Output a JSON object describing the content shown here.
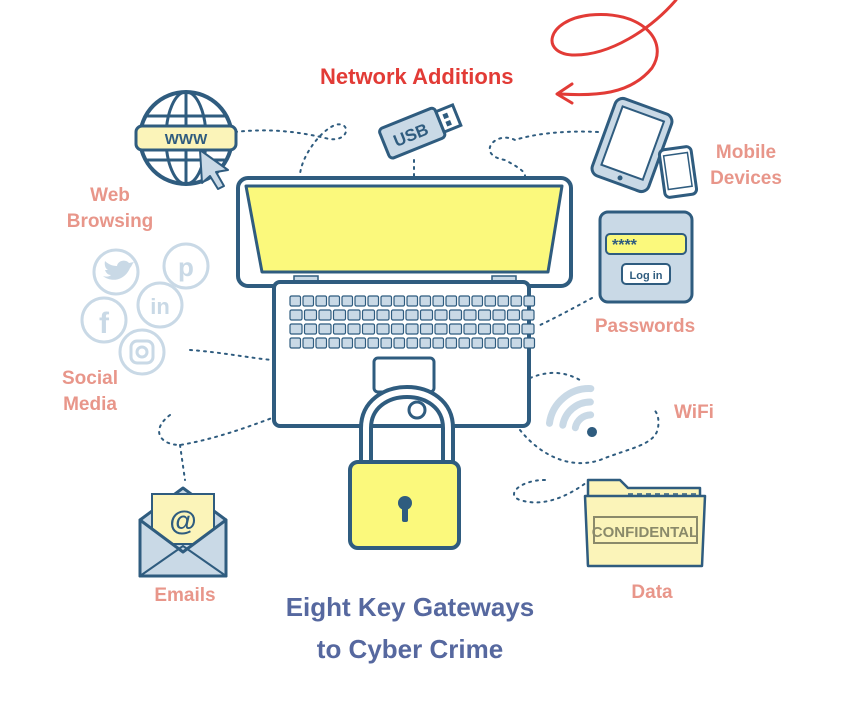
{
  "title": {
    "line1": "Eight Key Gateways",
    "line2": "to Cyber Crime"
  },
  "highlight": {
    "label": "Network Additions"
  },
  "gateways": {
    "web_browsing": {
      "line1": "Web",
      "line2": "Browsing",
      "icon_text": "WWW"
    },
    "mobile_devices": {
      "line1": "Mobile",
      "line2": "Devices"
    },
    "passwords": {
      "label": "Passwords",
      "mask": "****",
      "button": "Log in"
    },
    "social_media": {
      "line1": "Social",
      "line2": "Media"
    },
    "wifi": {
      "label": "WiFi"
    },
    "emails": {
      "label": "Emails",
      "icon_text": "@"
    },
    "data": {
      "label": "Data",
      "stamp": "CONFIDENTAL"
    },
    "usb": {
      "icon_text": "USB"
    }
  },
  "colors": {
    "outline": "#2f5c7f",
    "accent_red": "#e23b36",
    "label_salmon": "#e8968a",
    "title_blue": "#56689f",
    "screen_yellow": "#fbf97c",
    "icon_blue": "#c9d9e6",
    "laptop_body": "#ffffff"
  }
}
